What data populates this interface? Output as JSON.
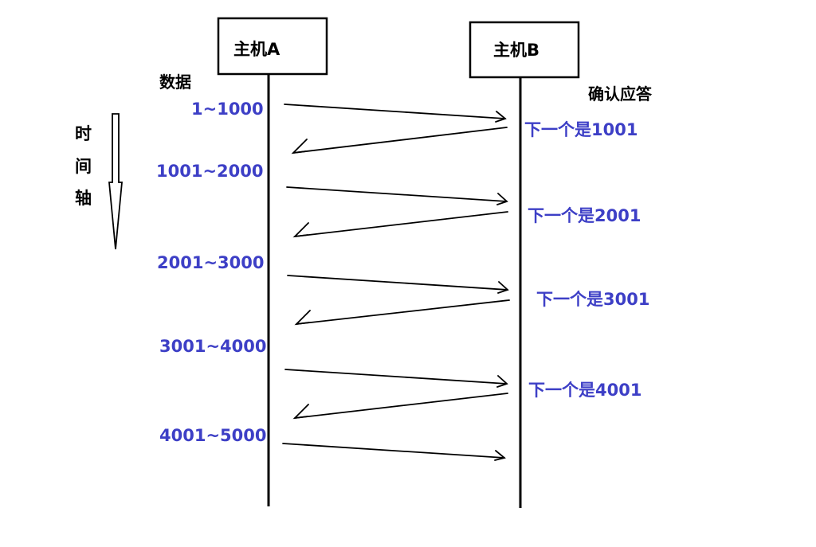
{
  "host_a": {
    "label": "主机A"
  },
  "host_b": {
    "label": "主机B"
  },
  "data_header": "数据",
  "ack_header": "确认应答",
  "time_axis": {
    "chars": [
      "时",
      "间",
      "轴"
    ]
  },
  "data_segments": [
    "1~1000",
    "1001~2000",
    "2001~3000",
    "3001~4000",
    "4001~5000"
  ],
  "acks": [
    "下一个是1001",
    "下一个是2001",
    "下一个是3001",
    "下一个是4001"
  ],
  "colors": {
    "label_blue": "#3d3fc6",
    "line": "#000000"
  }
}
